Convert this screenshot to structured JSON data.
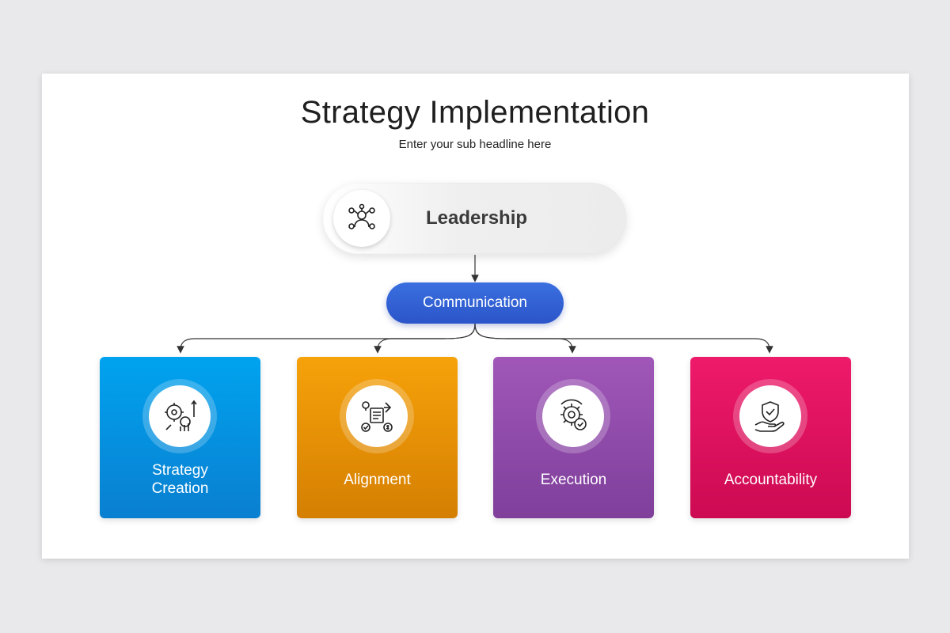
{
  "slide": {
    "title": "Strategy Implementation",
    "subtitle": "Enter your sub headline here"
  },
  "leadership": {
    "label": "Leadership",
    "icon": "team-network-icon"
  },
  "communication": {
    "label": "Communication",
    "color": "#2f5fd4"
  },
  "cards": [
    {
      "label_line1": "Strategy",
      "label_line2": "Creation",
      "icon": "strategy-gears-chart-icon",
      "color": "#0a8fe0"
    },
    {
      "label_line1": "Alignment",
      "label_line2": "",
      "icon": "alignment-process-icon",
      "color": "#ea9406"
    },
    {
      "label_line1": "Execution",
      "label_line2": "",
      "icon": "gear-check-icon",
      "color": "#8f4aab"
    },
    {
      "label_line1": "Accountability",
      "label_line2": "",
      "icon": "shield-hand-icon",
      "color": "#e0125f"
    }
  ]
}
